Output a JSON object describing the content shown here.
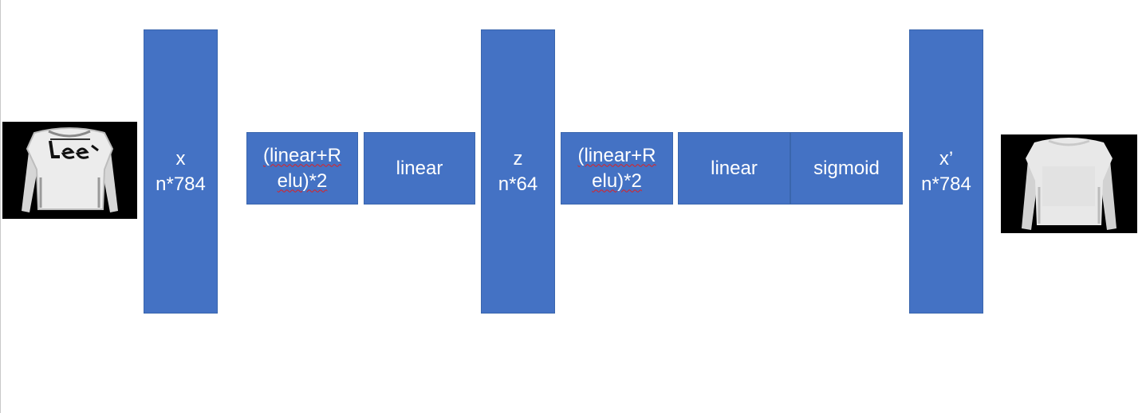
{
  "colors": {
    "block_fill": "#4472c4",
    "block_border": "#3a66ad",
    "block_text": "#ffffff",
    "spell_underline": "#e02020",
    "image_background": "#000000"
  },
  "images": {
    "input": "input garment image",
    "output": "reconstructed garment image"
  },
  "blocks": {
    "x": {
      "line1": "x",
      "line2": "n*784"
    },
    "encoder_hidden": {
      "line1": "(linear+R",
      "line2": "elu)*2"
    },
    "encoder_linear": {
      "label": "linear"
    },
    "z": {
      "line1": "z",
      "line2": "n*64"
    },
    "decoder_hidden": {
      "line1": "(linear+R",
      "line2": "elu)*2"
    },
    "decoder_linear": {
      "label": "linear"
    },
    "sigmoid": {
      "label": "sigmoid"
    },
    "x_prime": {
      "line1": "x’",
      "line2": "n*784"
    }
  }
}
